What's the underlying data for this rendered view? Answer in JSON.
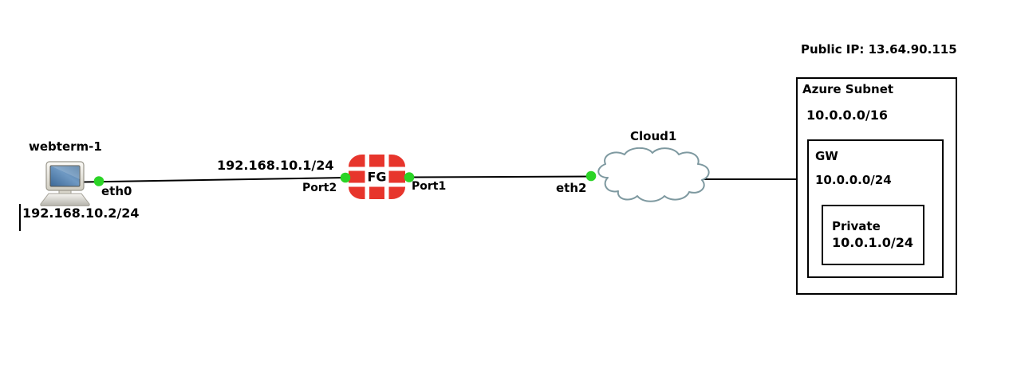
{
  "colors": {
    "background": "#ffffff",
    "link_line": "#000000",
    "status_dot_green": "#2bd426",
    "fortigate_red": "#e7352c",
    "cloud_outline": "#7e99a0",
    "label_text": "#000000",
    "box_border": "#000000"
  },
  "icons": {
    "webterm": "computer-icon",
    "fortigate": "fortinet-grid-icon",
    "cloud": "cloud-icon",
    "link_status": "green-status-dot"
  },
  "nodes": {
    "webterm": {
      "name": "webterm-1",
      "interface": "eth0",
      "ip": "192.168.10.2/24"
    },
    "fortigate": {
      "label": "FG",
      "ip": "192.168.10.1/24",
      "left_port": "Port2",
      "right_port": "Port1"
    },
    "cloud": {
      "name": "Cloud1",
      "interface": "eth2"
    }
  },
  "azure": {
    "public_ip_label": "Public IP: 13.64.90.115",
    "subnet": {
      "title": "Azure Subnet",
      "cidr": "10.0.0.0/16"
    },
    "gateway": {
      "title": "GW",
      "cidr": "10.0.0.0/24"
    },
    "private": {
      "title": "Private",
      "cidr": "10.0.1.0/24"
    }
  }
}
